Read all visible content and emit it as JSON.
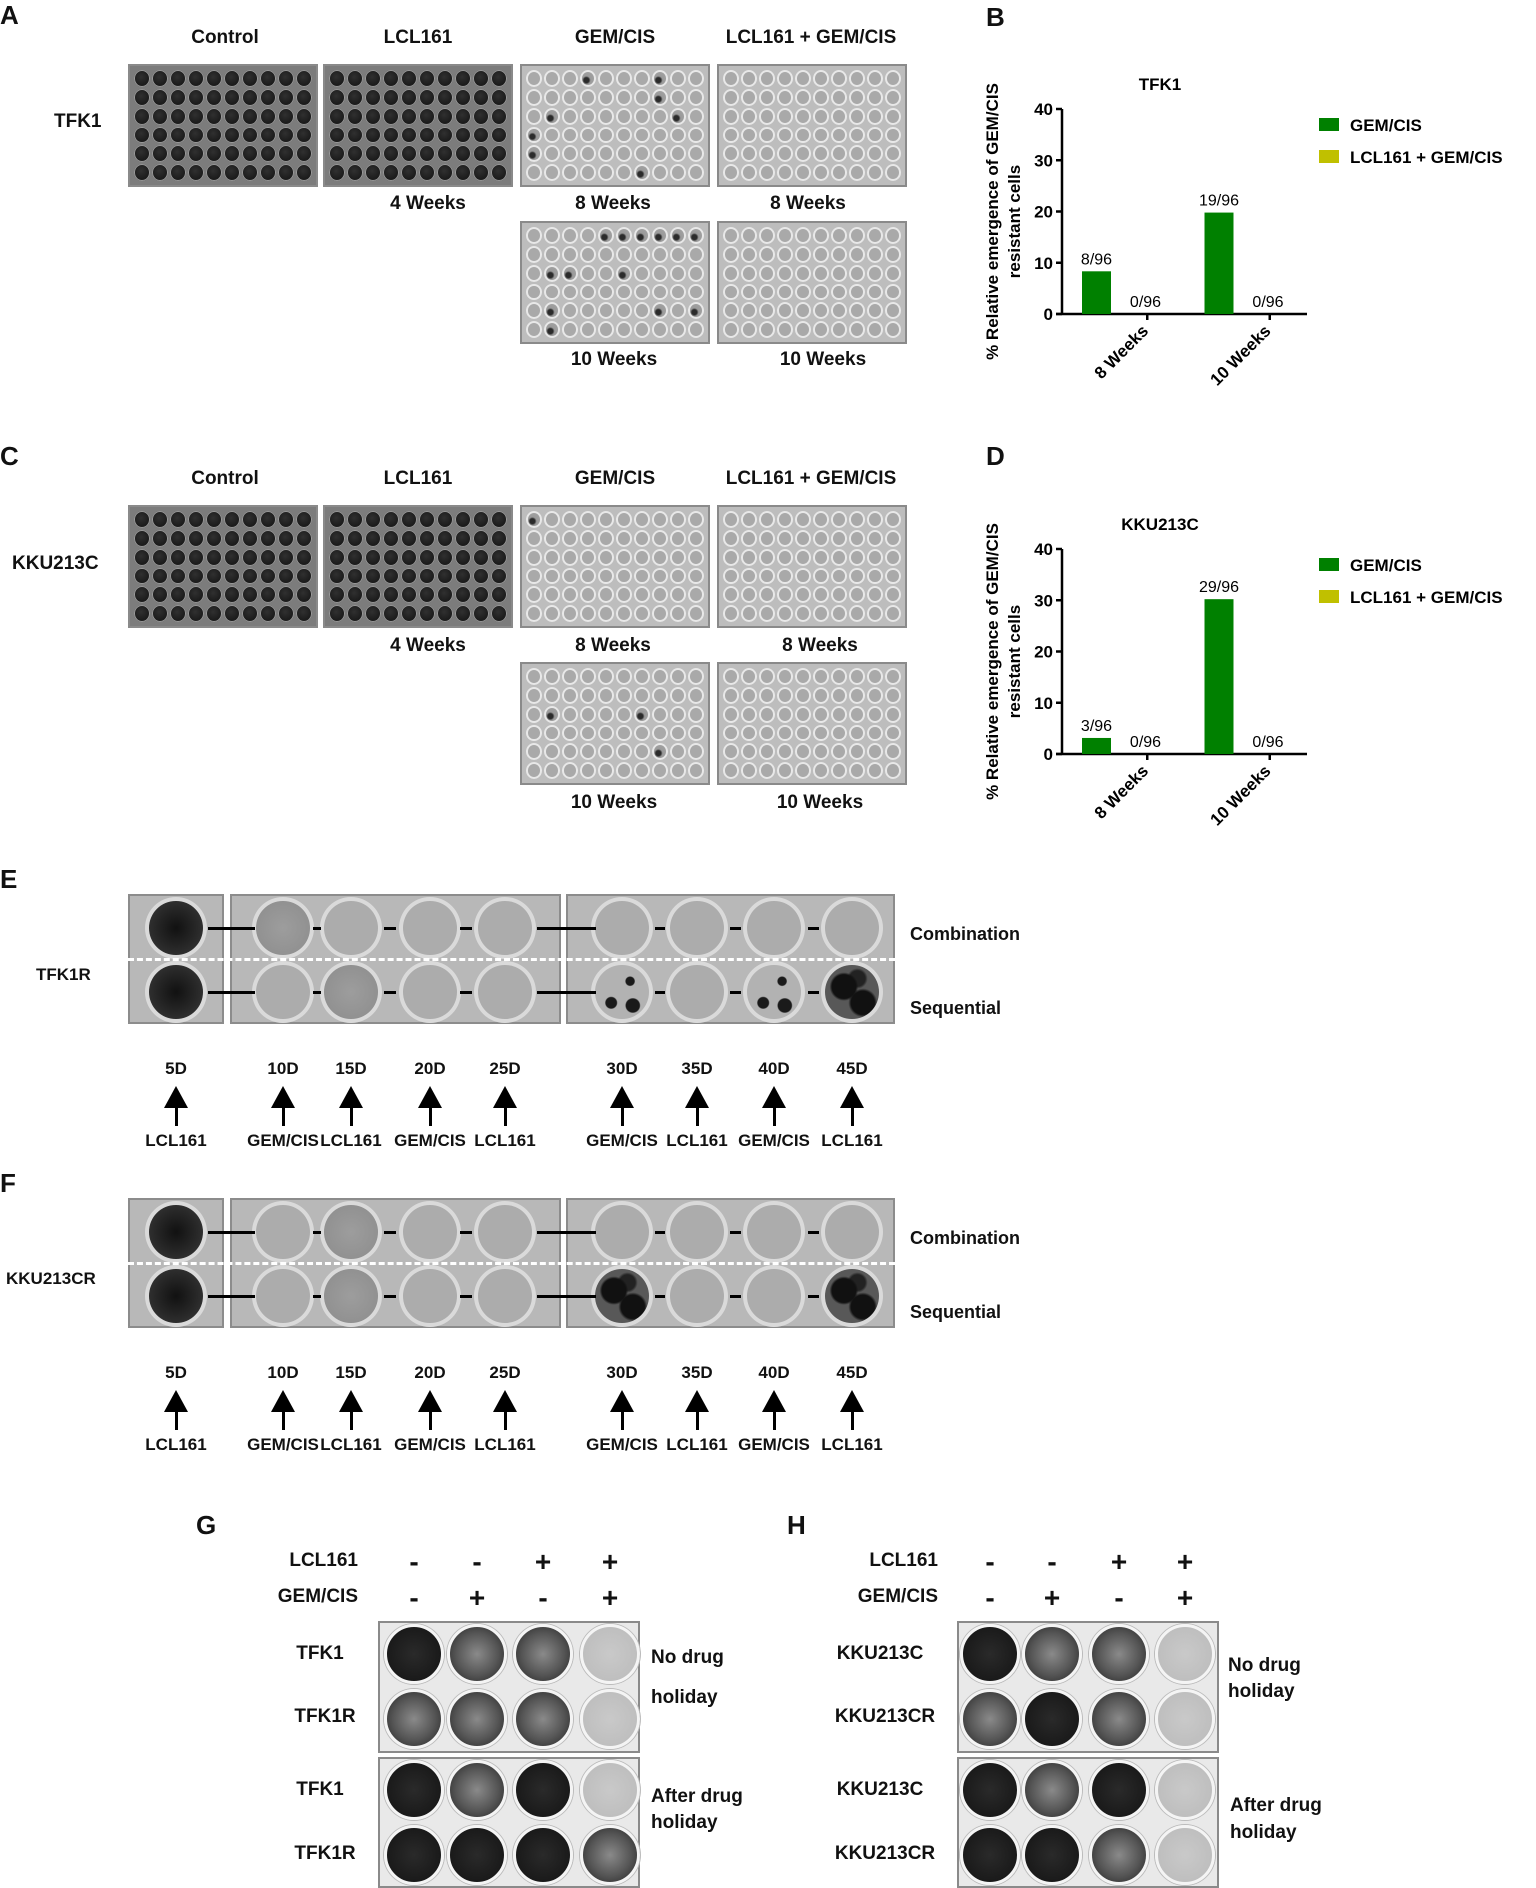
{
  "panels": {
    "A": {
      "letter": "A",
      "cell_line": "TFK1",
      "columns": [
        "Control",
        "LCL161",
        "GEM/CIS",
        "LCL161 + GEM/CIS"
      ],
      "row1_times": [
        "4 Weeks",
        "8 Weeks",
        "8 Weeks"
      ],
      "row2_times": [
        "10 Weeks",
        "10 Weeks"
      ]
    },
    "B": {
      "letter": "B"
    },
    "C": {
      "letter": "C",
      "cell_line": "KKU213C",
      "columns": [
        "Control",
        "LCL161",
        "GEM/CIS",
        "LCL161 + GEM/CIS"
      ],
      "row1_times": [
        "4 Weeks",
        "8 Weeks",
        "8 Weeks"
      ],
      "row2_times": [
        "10 Weeks",
        "10 Weeks"
      ]
    },
    "D": {
      "letter": "D"
    },
    "E": {
      "letter": "E",
      "cell_line": "TFK1R",
      "row_labels": [
        "Combination",
        "Sequential"
      ],
      "days": [
        "5D",
        "10D",
        "15D",
        "20D",
        "25D",
        "30D",
        "35D",
        "40D",
        "45D"
      ],
      "treatments": [
        "LCL161",
        "GEM/CIS",
        "LCL161",
        "GEM/CIS",
        "LCL161",
        "GEM/CIS",
        "LCL161",
        "GEM/CIS",
        "LCL161"
      ]
    },
    "F": {
      "letter": "F",
      "cell_line": "KKU213CR",
      "row_labels": [
        "Combination",
        "Sequential"
      ],
      "days": [
        "5D",
        "10D",
        "15D",
        "20D",
        "25D",
        "30D",
        "35D",
        "40D",
        "45D"
      ],
      "treatments": [
        "LCL161",
        "GEM/CIS",
        "LCL161",
        "GEM/CIS",
        "LCL161",
        "GEM/CIS",
        "LCL161",
        "GEM/CIS",
        "LCL161"
      ]
    },
    "G": {
      "letter": "G",
      "factor_labels": [
        "LCL161",
        "GEM/CIS"
      ],
      "lcl161_signs": [
        "-",
        "-",
        "+",
        "+"
      ],
      "gemcis_signs": [
        "-",
        "+",
        "-",
        "+"
      ],
      "row_labels": [
        "TFK1",
        "TFK1R",
        "TFK1",
        "TFK1R"
      ],
      "condition_labels": [
        "No drug",
        "holiday",
        "After drug",
        "holiday"
      ]
    },
    "H": {
      "letter": "H",
      "factor_labels": [
        "LCL161",
        "GEM/CIS"
      ],
      "lcl161_signs": [
        "-",
        "-",
        "+",
        "+"
      ],
      "gemcis_signs": [
        "-",
        "+",
        "-",
        "+"
      ],
      "row_labels": [
        "KKU213C",
        "KKU213CR",
        "KKU213C",
        "KKU213CR"
      ],
      "condition_labels": [
        "No drug",
        "holiday",
        "After drug",
        "holiday"
      ]
    }
  },
  "chart_data": [
    {
      "panel": "B",
      "type": "bar",
      "title": "TFK1",
      "categories": [
        "8 Weeks",
        "10 Weeks"
      ],
      "series": [
        {
          "name": "GEM/CIS",
          "color": "#008000",
          "values": [
            8.33,
            19.79
          ],
          "labels": [
            "8/96",
            "19/96"
          ]
        },
        {
          "name": "LCL161 + GEM/CIS",
          "color": "#c0c000",
          "values": [
            0,
            0
          ],
          "labels": [
            "0/96",
            "0/96"
          ]
        }
      ],
      "xlabel": "",
      "ylabel": "% Relative emergence of GEM/CIS resistant cells",
      "ylabel_lines": [
        "% Relative emergence of GEM/CIS",
        "resistant cells"
      ],
      "yticks": [
        0,
        10,
        20,
        30,
        40
      ],
      "ylim": [
        0,
        40
      ],
      "grid": false,
      "legend_position": "right"
    },
    {
      "panel": "D",
      "type": "bar",
      "title": "KKU213C",
      "categories": [
        "8 Weeks",
        "10 Weeks"
      ],
      "series": [
        {
          "name": "GEM/CIS",
          "color": "#008000",
          "values": [
            3.13,
            30.21
          ],
          "labels": [
            "3/96",
            "29/96"
          ]
        },
        {
          "name": "LCL161 + GEM/CIS",
          "color": "#c0c000",
          "values": [
            0,
            0
          ],
          "labels": [
            "0/96",
            "0/96"
          ]
        }
      ],
      "xlabel": "",
      "ylabel": "% Relative emergence of GEM/CIS resistant cells",
      "ylabel_lines": [
        "% Relative emergence of GEM/CIS",
        "resistant cells"
      ],
      "yticks": [
        0,
        10,
        20,
        30,
        40
      ],
      "ylim": [
        0,
        40
      ],
      "grid": false,
      "legend_position": "right"
    }
  ]
}
